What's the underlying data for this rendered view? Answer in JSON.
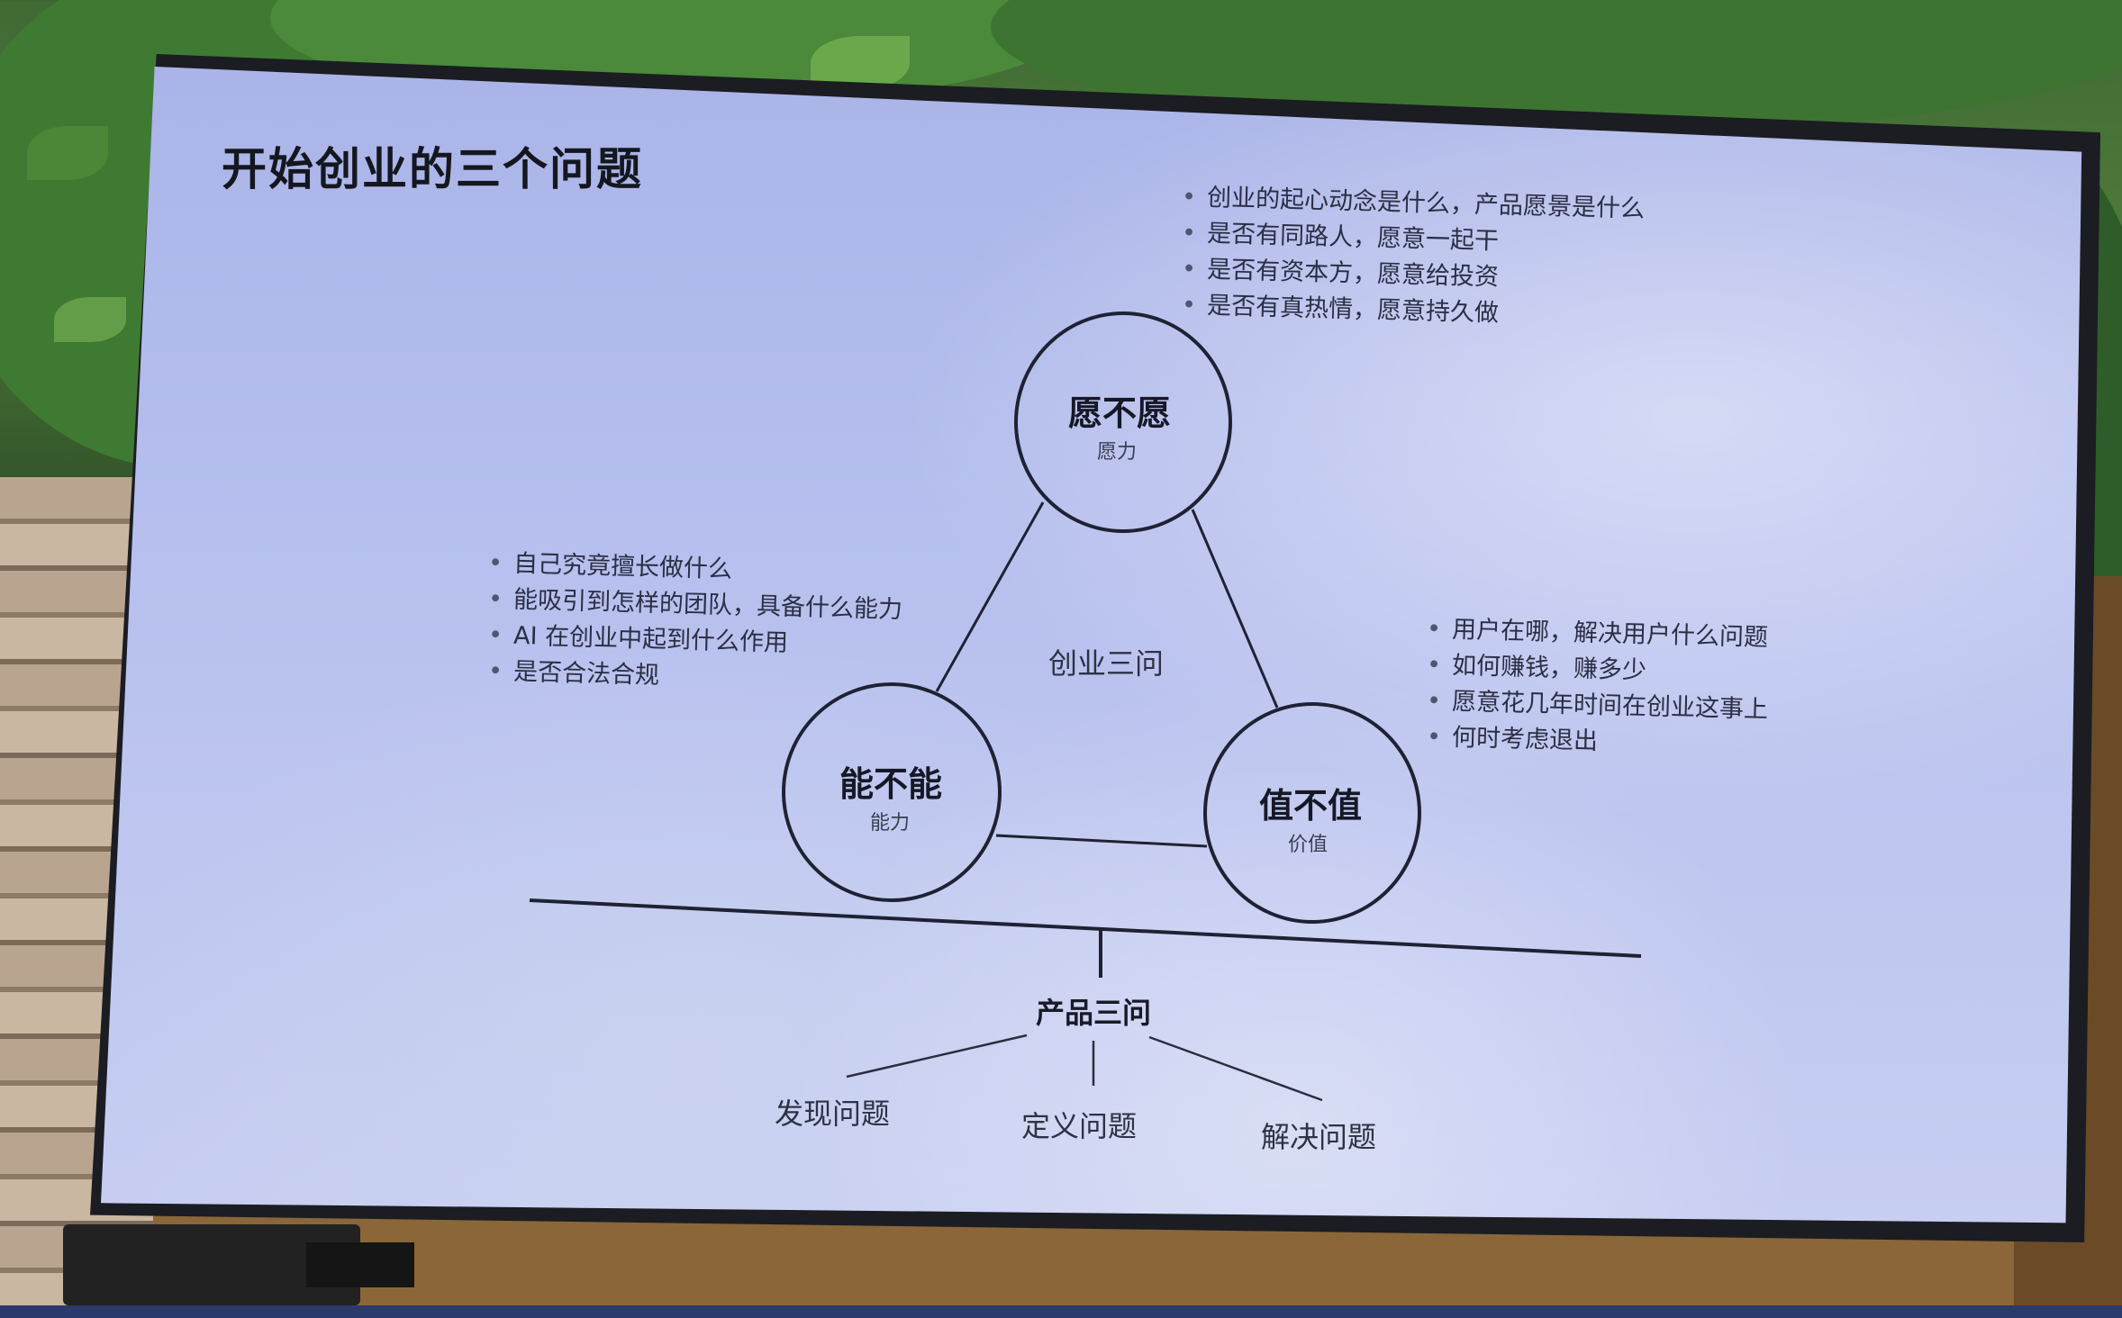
{
  "slide": {
    "title": "开始创业的三个问题",
    "center_label": "创业三问",
    "circles": {
      "top": {
        "title": "愿不愿",
        "subtitle": "愿力"
      },
      "left": {
        "title": "能不能",
        "subtitle": "能力"
      },
      "right": {
        "title": "值不值",
        "subtitle": "价值"
      }
    },
    "top_notes": [
      "创业的起心动念是什么，产品愿景是什么",
      "是否有同路人，愿意一起干",
      "是否有资本方，愿意给投资",
      "是否有真热情，愿意持久做"
    ],
    "left_notes": [
      "自己究竟擅长做什么",
      "能吸引到怎样的团队，具备什么能力",
      "AI 在创业中起到什么作用",
      "是否合法合规"
    ],
    "right_notes": [
      "用户在哪，解决用户什么问题",
      "如何赚钱，赚多少",
      "愿意花几年时间在创业这事上",
      "何时考虑退出"
    ],
    "product": {
      "label": "产品三问",
      "branches": [
        "发现问题",
        "定义问题",
        "解决问题"
      ]
    }
  }
}
